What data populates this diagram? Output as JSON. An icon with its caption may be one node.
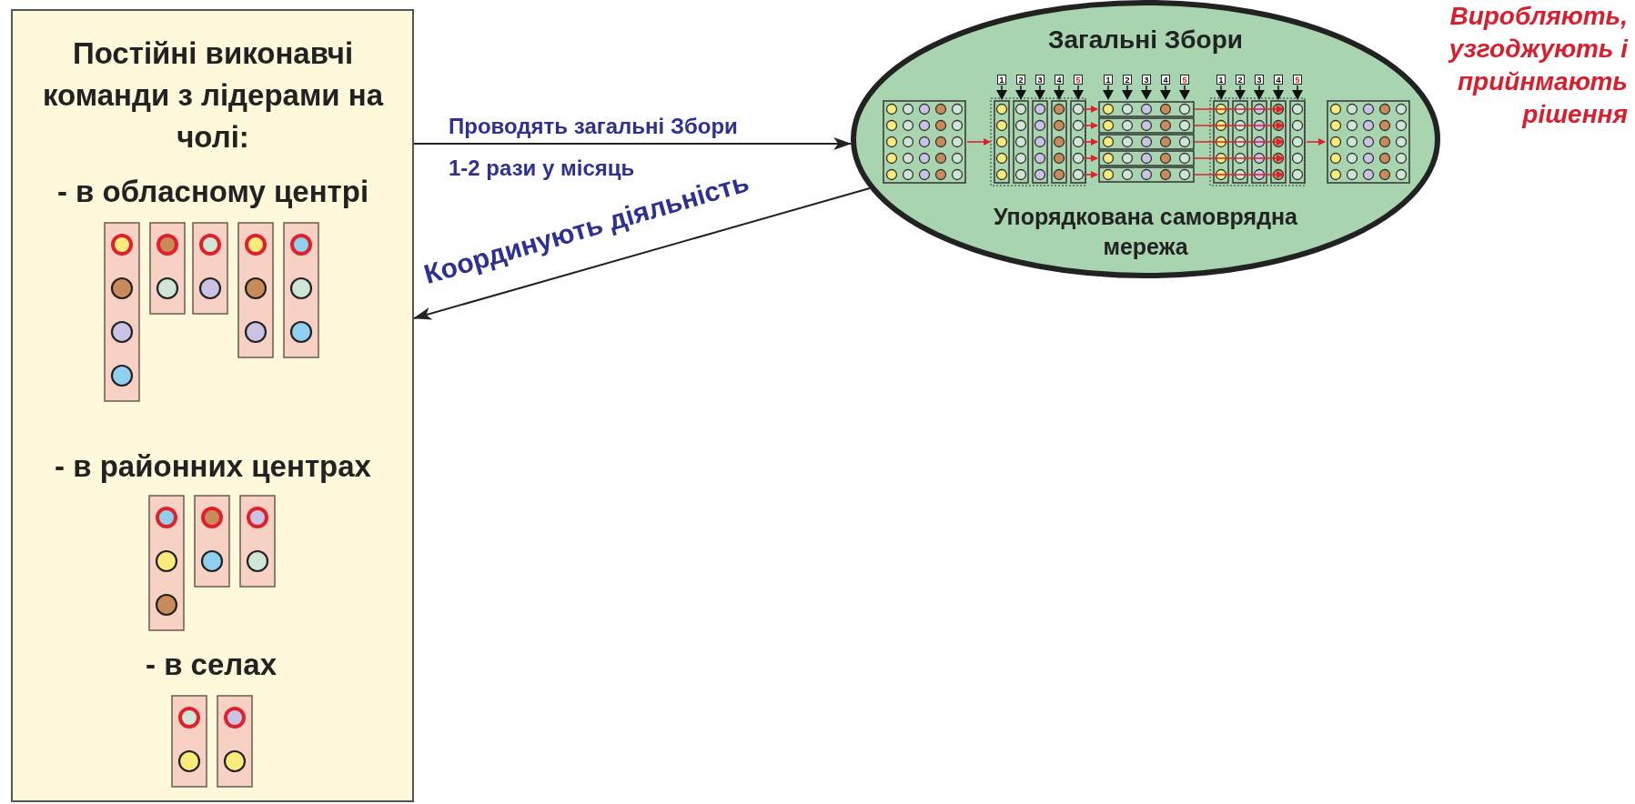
{
  "diagram": {
    "nodes": [
      {
        "text": [
          "Постійні виконавчі команди з лідерами на чолі:",
          "- в обласному центрі",
          "- в районних центрах",
          "- в селах"
        ]
      },
      {
        "text": [
          "Загальні Збори",
          "Упорядкована самоврядна мережа"
        ],
        "beside": [
          "Виробляють, узгоджують і прийнмають рішення"
        ]
      }
    ],
    "edges": [
      {
        "from": 0,
        "to": 1,
        "arrow": "to",
        "label": "Проводять загальні Збори 1-2 рази у місяць"
      },
      {
        "from": 1,
        "to": 0,
        "arrow": "to",
        "label": "Координують діяльність"
      }
    ],
    "labels": [
      "1",
      "2",
      "3",
      "4",
      "5",
      "1",
      "2",
      "3",
      "4",
      "5",
      "1",
      "2",
      "3",
      "4",
      "5"
    ]
  }
}
